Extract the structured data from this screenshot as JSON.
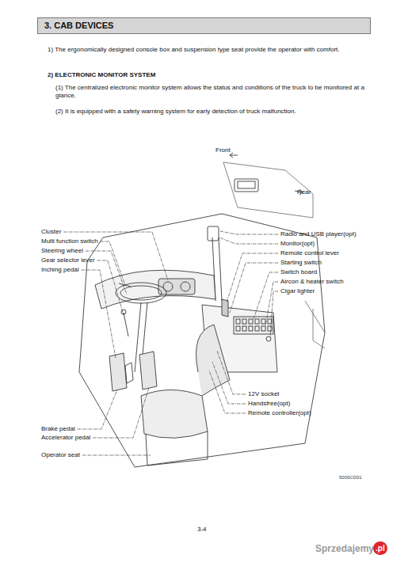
{
  "diagram": {
    "title": "3. CAB DEVICES",
    "labels": [
      "1) The ergonomically designed console box and suspension type seat provide the operator with comfort.",
      "2) ELECTRONIC MONITOR SYSTEM",
      "(1) The centralized electronic monitor system allows the status and conditions of the truck to be monitored at a glance.",
      "(2) It is equipped with a safety warning system for early detection of truck malfunction.",
      "Front",
      "Rear",
      "Cluster",
      "Multi function switch",
      "Steering wheel",
      "Gear selector lever",
      "Inching pedal",
      "Radio and USB player(opt)",
      "Monitor(opt)",
      "Remote control lever",
      "Starting switch",
      "Switch board",
      "Aircon & heater switch",
      "Cigar lighter",
      "12V socket",
      "Handsfree(opt)",
      "Remote controller(opt)",
      "Brake pedal",
      "Accelerator pedal",
      "Operator seat",
      "5000CD01",
      "3-4",
      "Sprzedajemy",
      ".pl"
    ]
  }
}
